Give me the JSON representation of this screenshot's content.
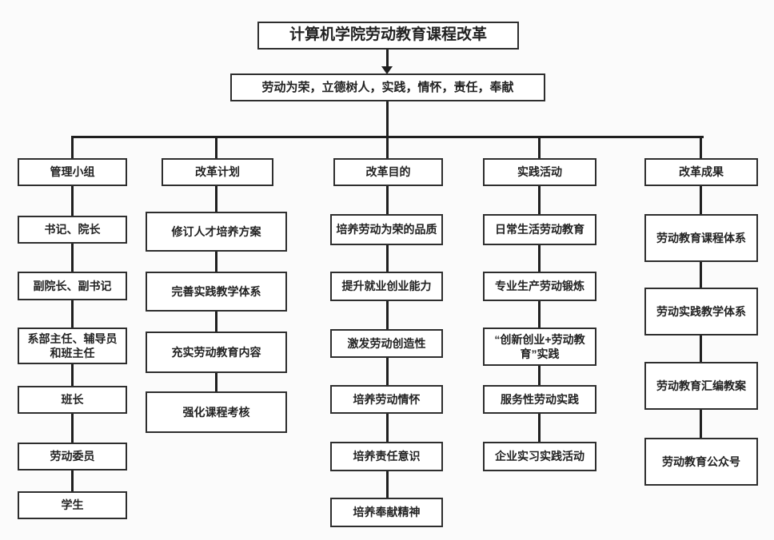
{
  "diagram": {
    "title": "计算机学院劳动教育课程改革",
    "motto": "劳动为荣，立德树人，实践，情怀，责任，奉献",
    "columns": [
      {
        "header": "管理小组",
        "items": [
          "书记、院长",
          "副院长、副书记",
          "系部主任、辅导员和班主任",
          "班长",
          "劳动委员",
          "学生"
        ]
      },
      {
        "header": "改革计划",
        "items": [
          "修订人才培养方案",
          "完善实践教学体系",
          "充实劳动教育内容",
          "强化课程考核"
        ]
      },
      {
        "header": "改革目的",
        "items": [
          "培养劳动为荣的品质",
          "提升就业创业能力",
          "激发劳动创造性",
          "培养劳动情怀",
          "培养责任意识",
          "培养奉献精神"
        ]
      },
      {
        "header": "实践活动",
        "items": [
          "日常生活劳动教育",
          "专业生产劳动锻炼",
          "“创新创业+劳动教育”实践",
          "服务性劳动实践",
          "企业实习实践活动"
        ]
      },
      {
        "header": "改革成果",
        "items": [
          "劳动教育课程体系",
          "劳动实践教学体系",
          "劳动教育汇编教案",
          "劳动教育公众号"
        ]
      }
    ],
    "colors": {
      "background": "#fbfbfb",
      "box_background": "#ffffff",
      "box_border": "#2e2e2e",
      "line": "#1f1f1f",
      "text": "#222222"
    }
  }
}
